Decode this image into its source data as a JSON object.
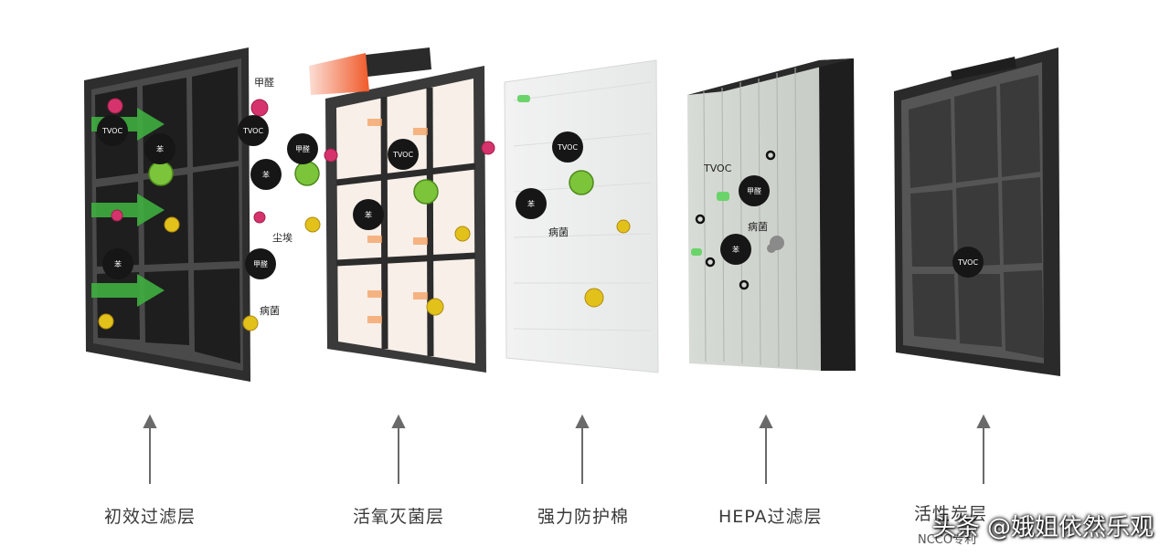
{
  "layers": [
    {
      "label": "初效过滤层"
    },
    {
      "label": "活氧灭菌层"
    },
    {
      "label": "强力防护棉"
    },
    {
      "label": "HEPA过滤层"
    },
    {
      "label": "活性炭层",
      "sublabel": "NCCO专利"
    }
  ],
  "floating_text": [
    "甲醛",
    "尘埃",
    "病菌",
    "TVOC"
  ],
  "badges": [
    "TVOC",
    "苯",
    "甲醛"
  ],
  "watermark": "头条 @娥姐依然乐观",
  "colors": {
    "frame": "#3a3a3a",
    "arrow": "#4cb84a",
    "virus": "#7cc43a",
    "pollen": "#e2c21a",
    "bacteria": "#d6336c",
    "airflow": "#f07a3c"
  }
}
